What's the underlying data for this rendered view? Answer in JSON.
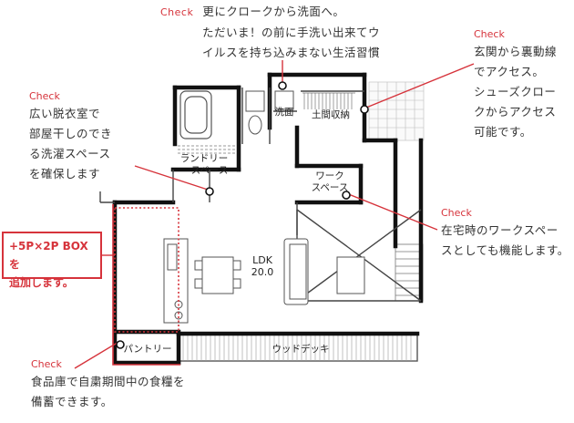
{
  "colors": {
    "accent": "#d6333b",
    "wall": "#111111",
    "line": "#555555"
  },
  "check_label": "Check",
  "notes": {
    "top": [
      "更にクロークから洗面へ。",
      "ただいま！の前に手洗い出来てウ",
      "イルスを持ち込みまない生活習慣"
    ],
    "right_top": [
      "玄関から裏動線",
      "でアクセス。",
      "シューズクロー",
      "クからアクセス",
      "可能です。"
    ],
    "left_top": [
      "広い脱衣室で",
      "部屋干しのでき",
      "る洗濯スペース",
      "を確保します"
    ],
    "right_mid": [
      "在宅時のワークスペー",
      "スとしても機能します。"
    ],
    "bottom": [
      "食品庫で自粛期間中の食糧を",
      "備蓄できます。"
    ]
  },
  "box_callout": [
    "+5P×2P BOX を",
    "追加します。"
  ],
  "rooms": {
    "washroom": "洗面",
    "earthen_storage": "土間収納",
    "laundry": [
      "ランドリー",
      "スペース"
    ],
    "workspace": [
      "ワーク",
      "スペース"
    ],
    "ldk": [
      "LDK",
      "20.0"
    ],
    "pantry": "パントリー",
    "deck": "ウッドデッキ"
  }
}
